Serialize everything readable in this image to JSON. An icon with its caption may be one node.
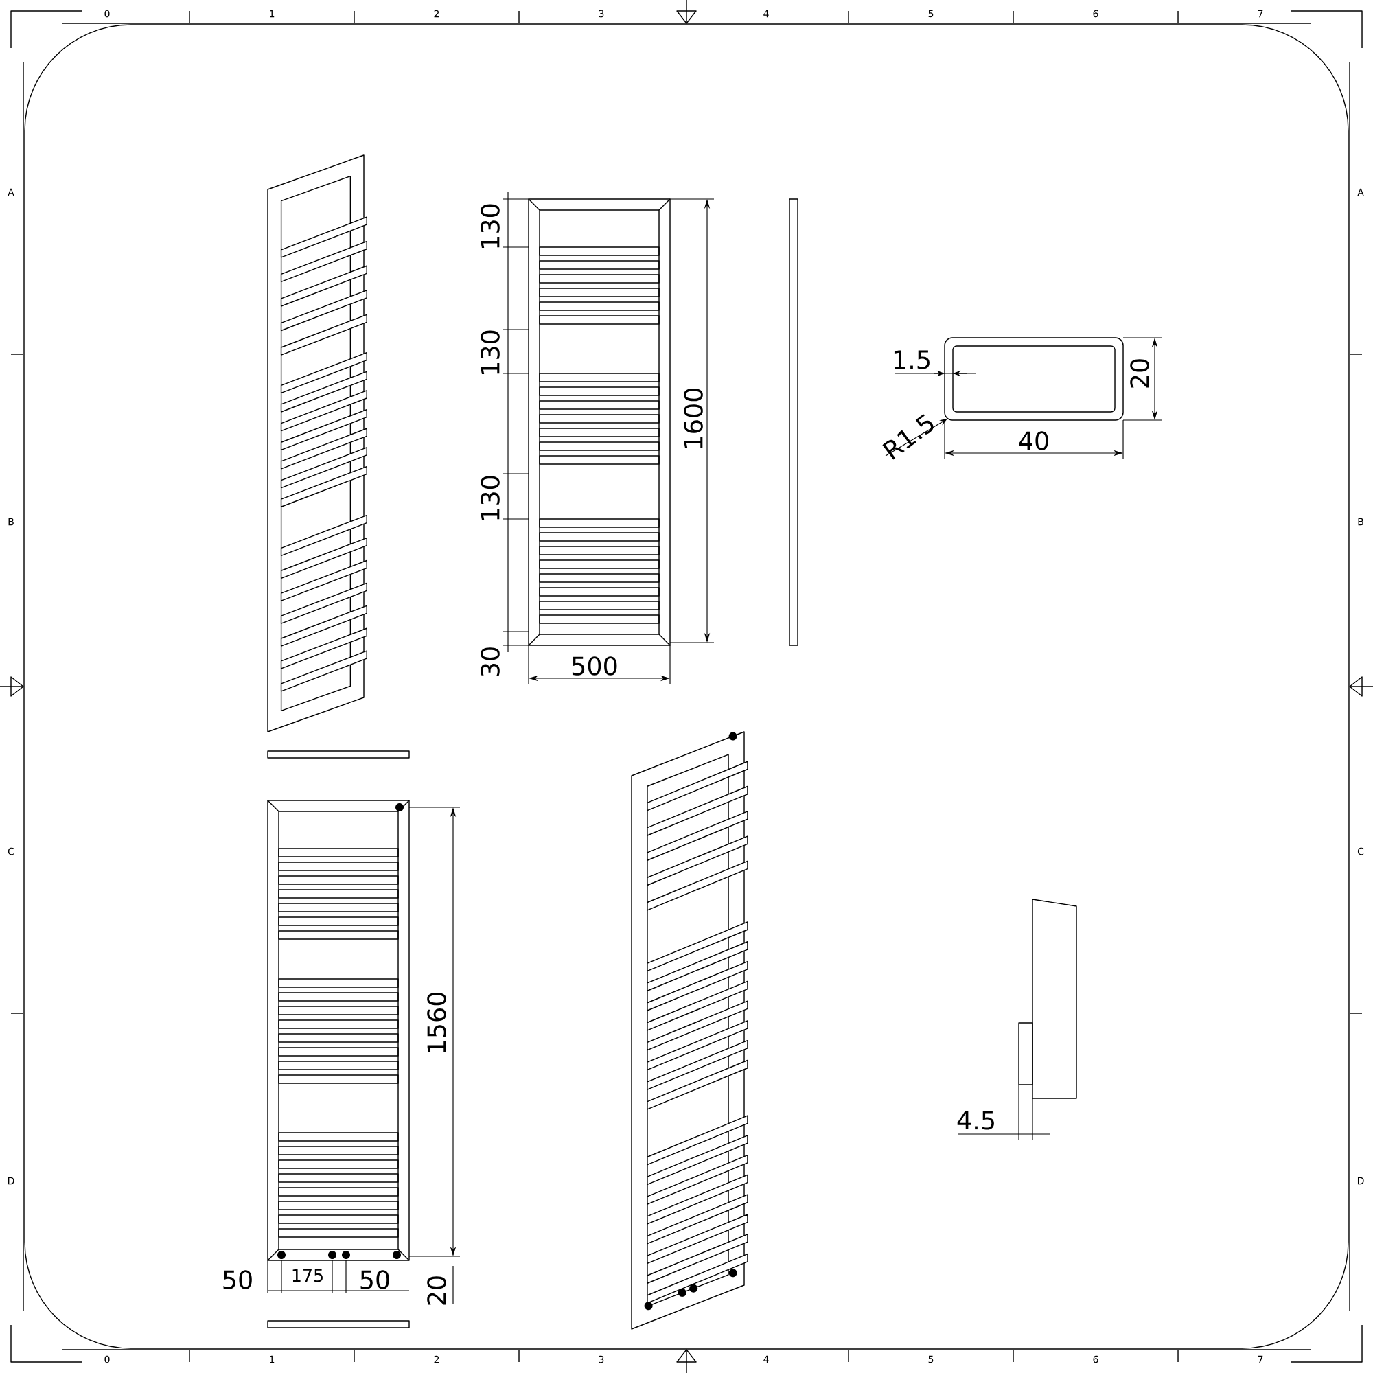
{
  "diagram": {
    "labels": [
      "0",
      "1",
      "2",
      "3",
      "4",
      "5",
      "6",
      "7",
      "A",
      "A",
      "130",
      "130",
      "1600",
      "1.5",
      "20",
      "R1.5",
      "40",
      "B",
      "B",
      "130",
      "30",
      "500",
      "C",
      "C",
      "1560",
      "D",
      "D",
      "4.5",
      "50",
      "175",
      "50",
      "20",
      "0",
      "1",
      "2",
      "3",
      "4",
      "5",
      "6",
      "7"
    ]
  }
}
